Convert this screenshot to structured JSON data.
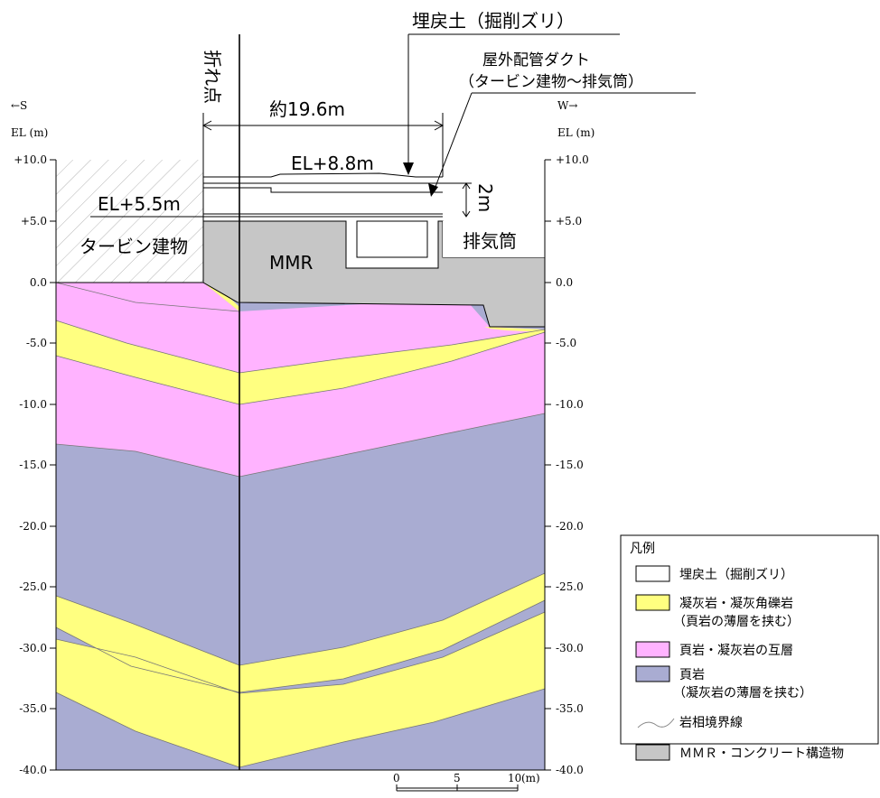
{
  "direction": {
    "left": "←S",
    "right": "W→"
  },
  "axis": {
    "unit_label": "EL (m)",
    "ticks": [
      "+10.0",
      "+5.0",
      "0.0",
      "-5.0",
      "-10.0",
      "-15.0",
      "-20.0",
      "-25.0",
      "-30.0",
      "-35.0",
      "-40.0"
    ]
  },
  "labels": {
    "bend_point": "折れ点",
    "width": "約19.6m",
    "el_88": "EL+8.8m",
    "el_55": "EL+5.5m",
    "thickness": "2m",
    "turbine_building": "タービン建物",
    "mmr": "MMR",
    "exhaust_stack": "排気筒",
    "backfill": "埋戻土（掘削ズリ）",
    "duct_line1": "屋外配管ダクト",
    "duct_line2": "（タービン建物～排気筒）"
  },
  "scale_bar": {
    "ticks": [
      "0",
      "5",
      "10"
    ],
    "unit": "(m)"
  },
  "legend": {
    "title": "凡例",
    "items": [
      {
        "lines": [
          "埋戻土（掘削ズリ）"
        ],
        "color": "#ffffff"
      },
      {
        "lines": [
          "凝灰岩・凝灰角礫岩",
          "（頁岩の薄層を挟む）"
        ],
        "color": "#ffff80"
      },
      {
        "lines": [
          "頁岩・凝灰岩の互層"
        ],
        "color": "#ffb3ff"
      },
      {
        "lines": [
          "頁岩",
          "（凝灰岩の薄層を挟む）"
        ],
        "color": "#a9acd2"
      },
      {
        "lines": [
          "岩相境界線"
        ],
        "color": "#888888"
      },
      {
        "lines": [
          "ＭＭＲ・コンクリート構造物"
        ],
        "color": "#c6c6c6"
      }
    ]
  },
  "colors": {
    "yellow": "#ffff80",
    "pink": "#ffb3ff",
    "purple": "#a9acd2",
    "gray": "#c6c6c6"
  }
}
